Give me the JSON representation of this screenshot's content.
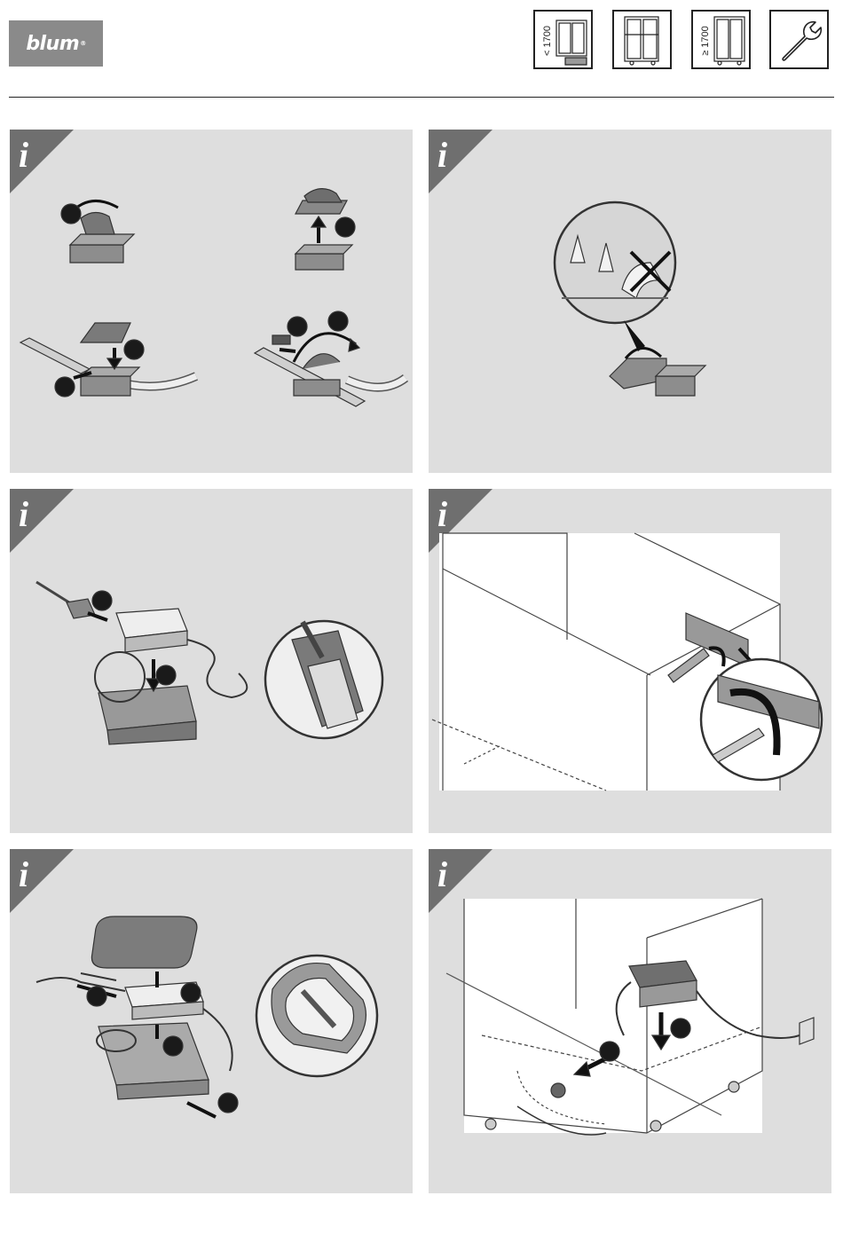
{
  "header": {
    "brand": "blum",
    "brand_mark": "®",
    "icons": [
      {
        "name": "tall-cabinet-under-1700",
        "label": "< 1700"
      },
      {
        "name": "fridge-cabinet",
        "label": ""
      },
      {
        "name": "tall-cabinet-over-1700",
        "label": "≥ 1700"
      },
      {
        "name": "wrench",
        "label": ""
      }
    ]
  },
  "panels": [
    {
      "id": "p1",
      "info_glyph": "i",
      "topic": "cable-clip-assembly"
    },
    {
      "id": "p2",
      "info_glyph": "i",
      "topic": "incorrect-clip-mounting"
    },
    {
      "id": "p3",
      "info_glyph": "i",
      "topic": "power-supply-holder"
    },
    {
      "id": "p4",
      "info_glyph": "i",
      "topic": "cabinet-holder-removal"
    },
    {
      "id": "p5",
      "info_glyph": "i",
      "topic": "power-supply-in-tray"
    },
    {
      "id": "p6",
      "info_glyph": "i",
      "topic": "power-supply-under-cabinet"
    }
  ],
  "colors": {
    "panel_bg": "#dedede",
    "info_tab": "#6f6f6f",
    "step_badge": "#1a1a1a",
    "logo_bg": "#8a8a8a"
  }
}
